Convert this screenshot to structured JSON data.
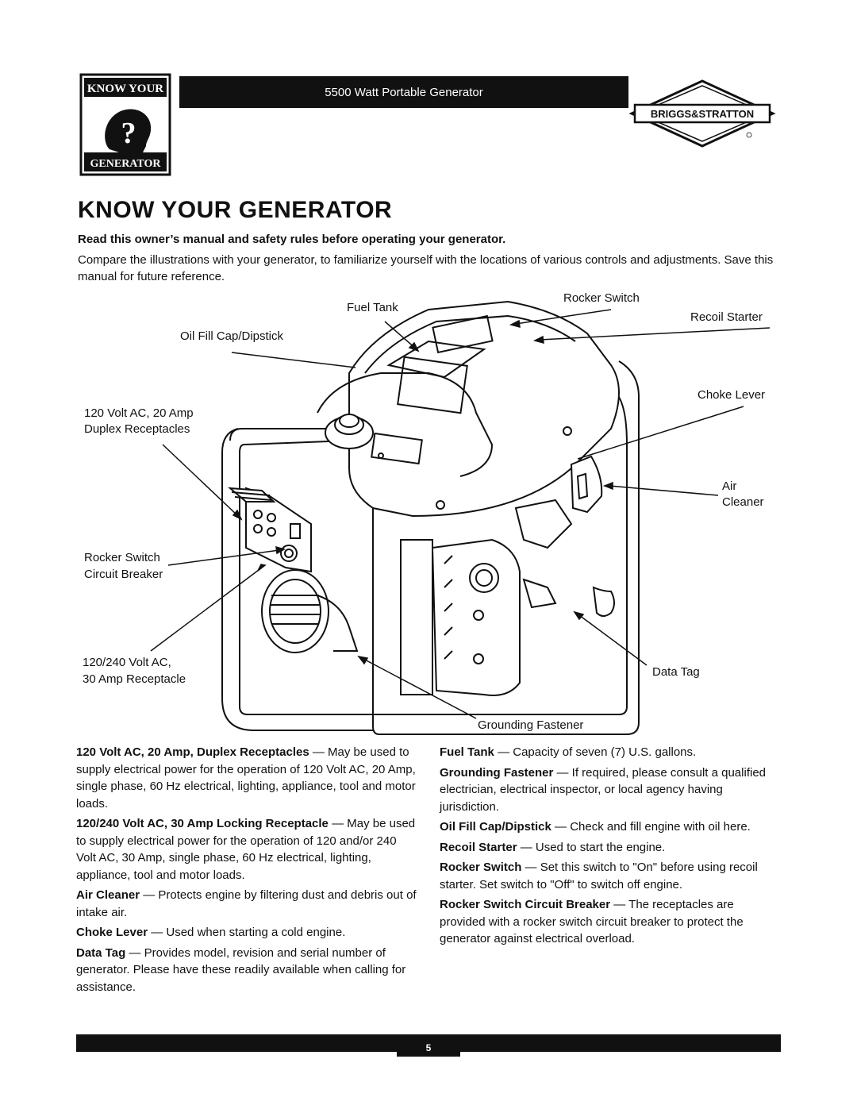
{
  "header": {
    "logo_top": "KNOW YOUR",
    "logo_bottom": "GENERATOR",
    "title": "5500 Watt Portable Generator",
    "brand": "BRIGGS&STRATTON"
  },
  "page_title": "KNOW YOUR GENERATOR",
  "intro_bold": "Read this owner’s manual and safety rules before operating your generator.",
  "intro_text": "Compare the illustrations with your generator, to familiarize yourself with the locations of various controls and adjustments. Save this manual for future reference.",
  "labels": {
    "fuel_tank": "Fuel Tank",
    "rocker_switch": "Rocker Switch",
    "recoil_starter": "Recoil Starter",
    "oil_fill": "Oil Fill Cap/Dipstick",
    "choke_lever": "Choke Lever",
    "duplex_1": "120 Volt AC, 20 Amp",
    "duplex_2": "Duplex Receptacles",
    "air_1": "Air",
    "air_2": "Cleaner",
    "rocker_cb_1": "Rocker Switch",
    "rocker_cb_2": "Circuit Breaker",
    "recept_1": "120/240 Volt AC,",
    "recept_2": "30 Amp Receptacle",
    "data_tag": "Data Tag",
    "grounding": "Grounding Fastener"
  },
  "descriptions_left": [
    {
      "term": "120 Volt AC, 20 Amp, Duplex Receptacles",
      "text": " — May be used to supply electrical power for the operation of 120 Volt AC, 20 Amp, single phase, 60 Hz electrical, lighting, appliance, tool and motor loads."
    },
    {
      "term": "120/240 Volt AC, 30 Amp Locking Receptacle",
      "text": " — May be used to supply electrical power for the operation of 120 and/or 240 Volt AC, 30 Amp, single phase, 60 Hz electrical, lighting, appliance, tool and motor loads."
    },
    {
      "term": "Air Cleaner",
      "text": " — Protects engine by filtering dust and debris out of intake air."
    },
    {
      "term": "Choke Lever",
      "text": " — Used when starting a cold engine."
    },
    {
      "term": "Data Tag",
      "text": " — Provides model, revision and serial number of generator. Please have these readily available when calling for assistance."
    }
  ],
  "descriptions_right": [
    {
      "term": "Fuel Tank",
      "text": " — Capacity of seven (7) U.S. gallons."
    },
    {
      "term": "Grounding Fastener",
      "text": " — If required, please consult a qualified electrician, electrical inspector, or local agency having jurisdiction."
    },
    {
      "term": "Oil Fill Cap/Dipstick",
      "text": " — Check and fill engine with oil here."
    },
    {
      "term": "Recoil Starter",
      "text": " — Used to start the engine."
    },
    {
      "term": "Rocker Switch",
      "text": " — Set this switch to \"On\" before using recoil starter. Set switch to \"Off\" to switch off engine."
    },
    {
      "term": "Rocker Switch Circuit Breaker",
      "text": " — The receptacles are provided with a rocker switch circuit breaker to protect the generator against electrical overload."
    }
  ],
  "footer": {
    "page_number": "5"
  }
}
